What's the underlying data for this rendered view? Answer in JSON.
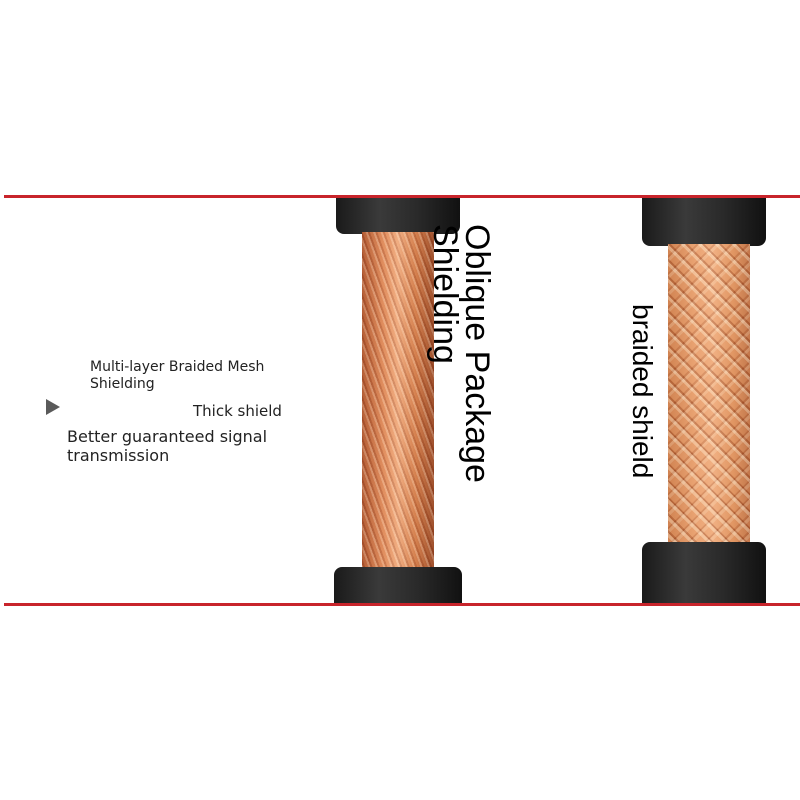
{
  "colors": {
    "accent_line": "#c8242b",
    "background": "#ffffff",
    "jacket": "#222222",
    "copper": "#e08d5e",
    "text": "#000000"
  },
  "left_panel": {
    "arrow_icon": "triangle-right",
    "line1": "Multi-layer Braided Mesh Shielding",
    "line2": "Thick shield",
    "line3": "Better guaranteed signal transmission"
  },
  "cable_left": {
    "label_line1": "Oblique Package",
    "label_line2": "Shielding"
  },
  "cable_right": {
    "label": "braided shield"
  }
}
